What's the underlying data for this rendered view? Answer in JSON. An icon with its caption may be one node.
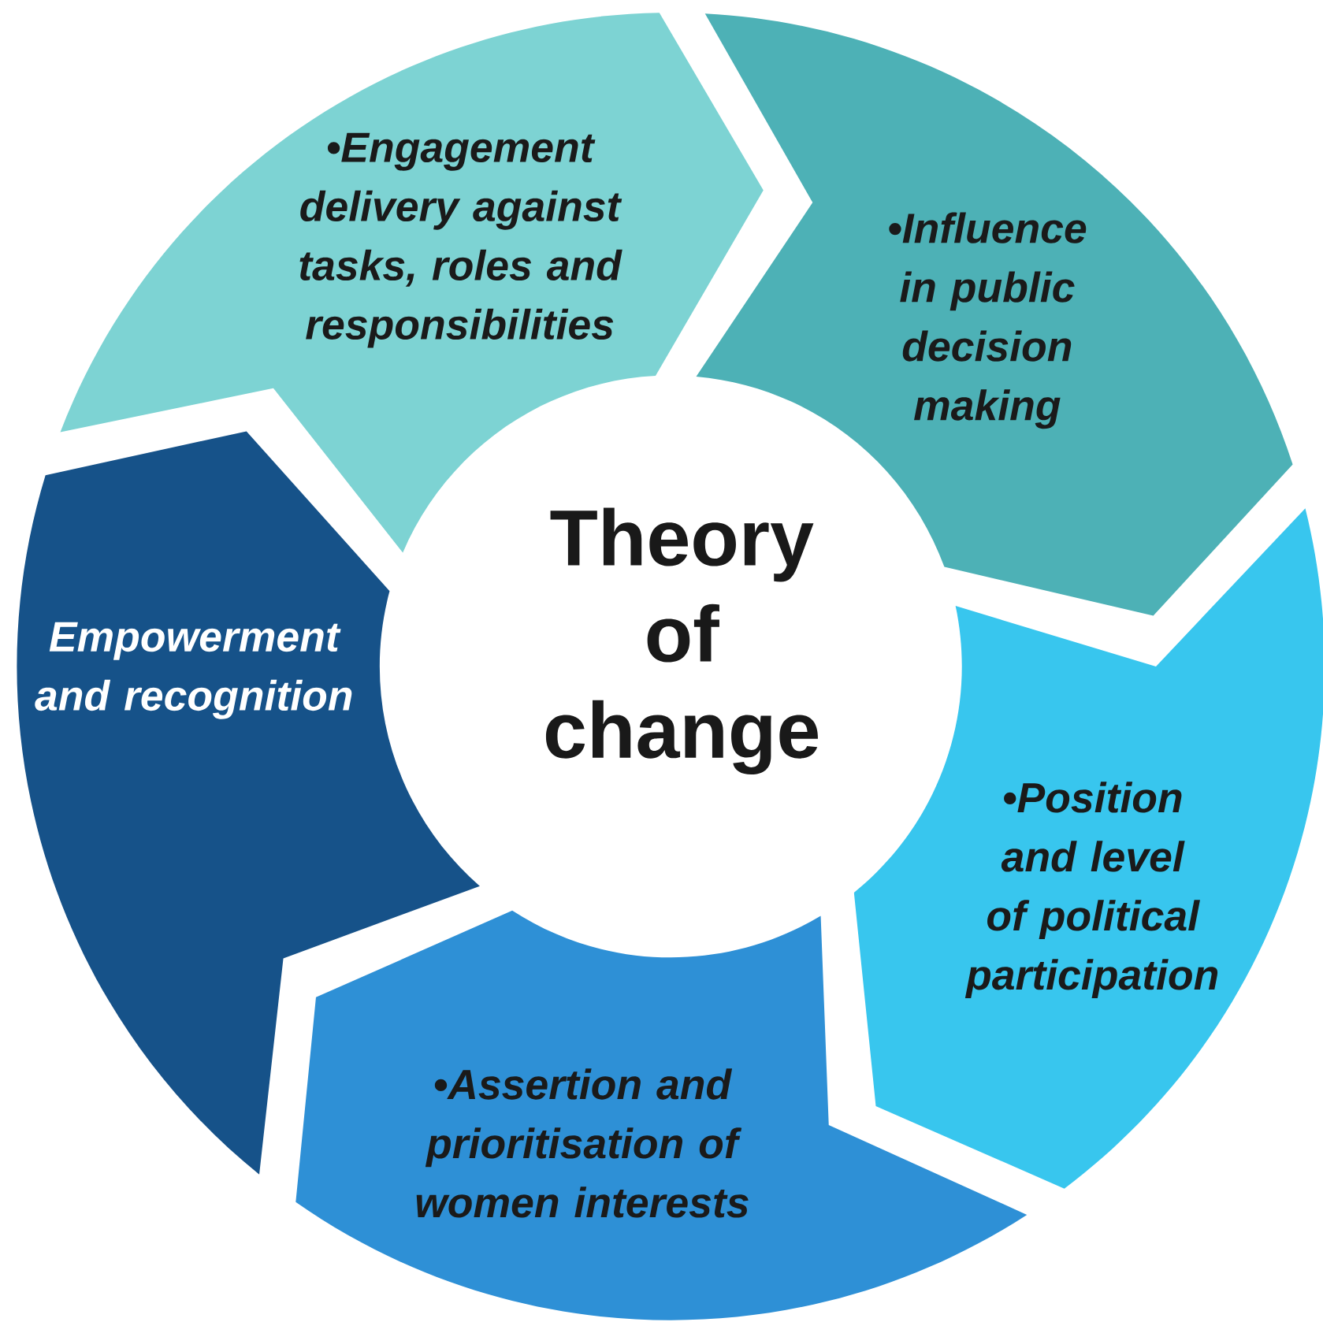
{
  "diagram": {
    "title": "Theory of change",
    "nodes": [
      {
        "text": [
          "•Engagement delivery against tasks, roles and responsibilities"
        ]
      },
      {
        "text": [
          "•Influence in public decision making"
        ]
      },
      {
        "text": [
          "Empowerment and recognition"
        ]
      },
      {
        "text": [
          "•Position and level of political participation"
        ]
      },
      {
        "text": [
          "•Assertion and prioritisation of women interests"
        ]
      }
    ]
  }
}
